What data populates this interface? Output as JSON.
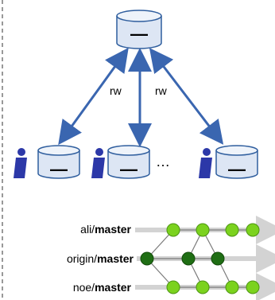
{
  "edges": {
    "left_label": "rw",
    "right_label": "rw"
  },
  "central_repo": {
    "symbol": "—"
  },
  "local_repos": [
    {
      "symbol": "—"
    },
    {
      "symbol": "—"
    },
    {
      "symbol": "—"
    }
  ],
  "ellipsis": "…",
  "branches": [
    {
      "remote": "ali/",
      "branch": "master"
    },
    {
      "remote": "origin/",
      "branch": "master"
    },
    {
      "remote": "noe/",
      "branch": "master"
    }
  ],
  "colors": {
    "arrow": "#3a66b0",
    "cylinder_fill": "#dde6f4",
    "cylinder_stroke": "#2f5e9e",
    "user_icon": "#2c38a8",
    "commit_light": "#7bd21e",
    "commit_dark": "#1f6e14",
    "track": "#d3d3d3",
    "dashed_border": "#999999"
  }
}
